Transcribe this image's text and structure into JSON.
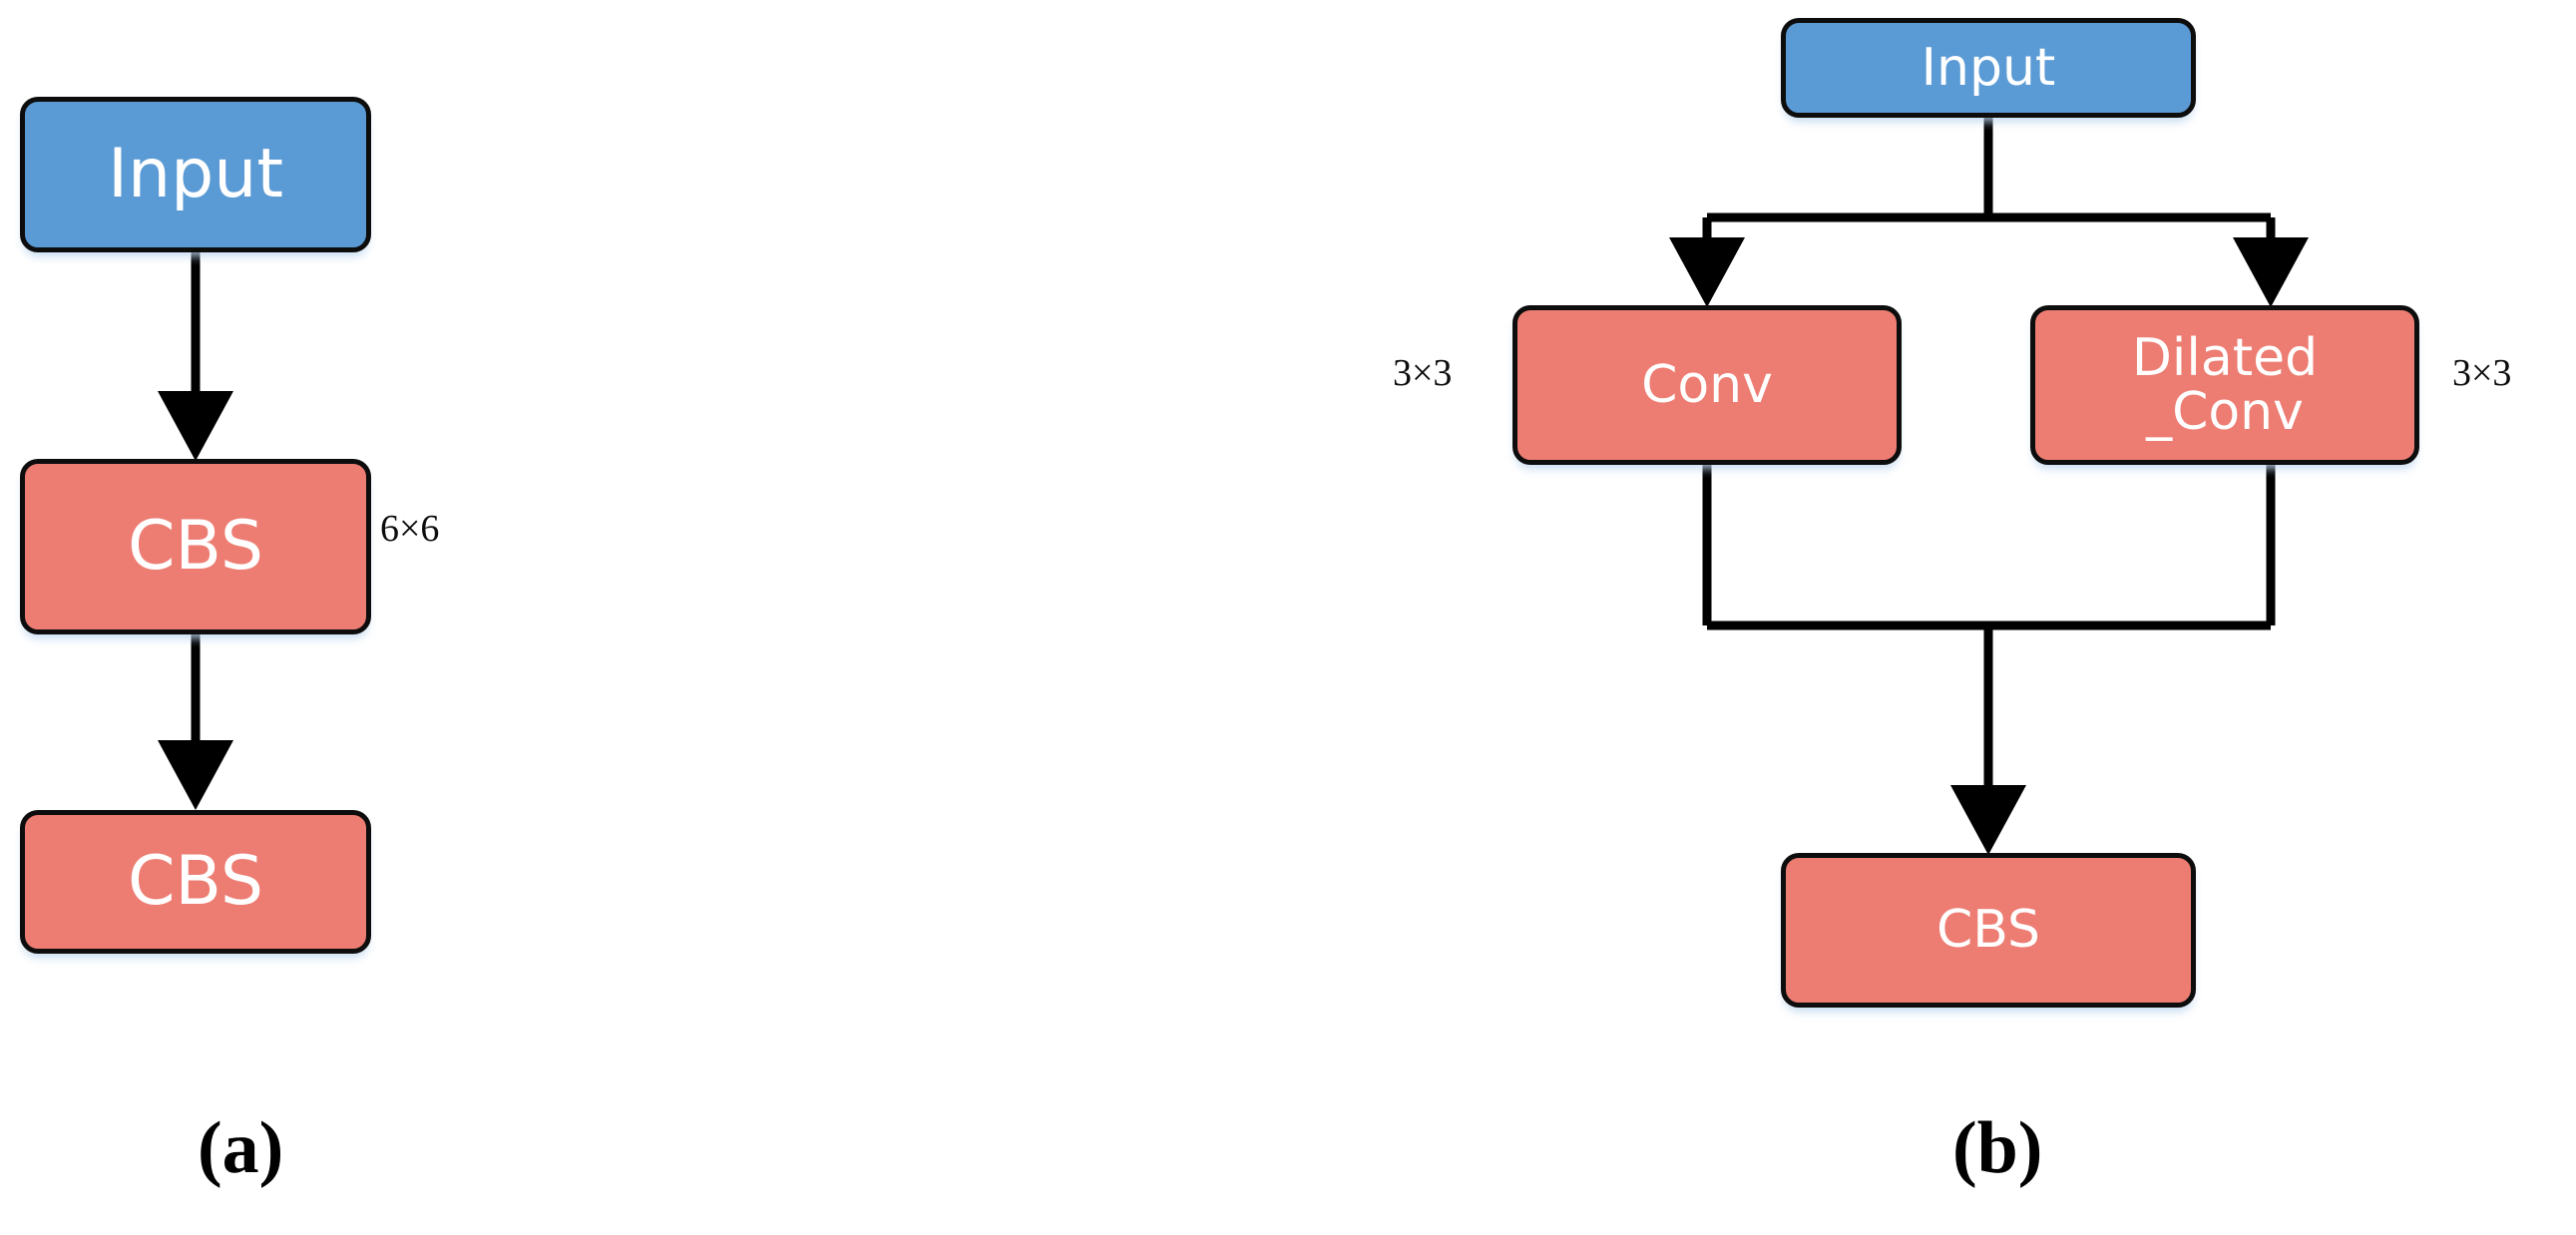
{
  "figure": {
    "background_color": "#ffffff",
    "node_blue": "#5b9bd5",
    "node_salmon": "#ed7d72",
    "edge_color": "#000000",
    "node_text_color": "#ffffff"
  },
  "panel_a": {
    "caption": "(a)",
    "nodes": [
      {
        "id": "a-input",
        "label": "Input",
        "kind": "input"
      },
      {
        "id": "a-cbs-1",
        "label": "CBS",
        "kind": "block",
        "kernel": "6×6"
      },
      {
        "id": "a-cbs-2",
        "label": "CBS",
        "kind": "block"
      }
    ],
    "annotations": [
      {
        "id": "a-kernel-1",
        "text": "6×6"
      }
    ],
    "edges": [
      {
        "from": "a-input",
        "to": "a-cbs-1",
        "arrow": true
      },
      {
        "from": "a-cbs-1",
        "to": "a-cbs-2",
        "arrow": true
      }
    ]
  },
  "panel_b": {
    "caption": "(b)",
    "nodes": [
      {
        "id": "b-input",
        "label": "Input",
        "kind": "input"
      },
      {
        "id": "b-conv",
        "label": "Conv",
        "kind": "block",
        "kernel": "3×3"
      },
      {
        "id": "b-dilated-conv",
        "label": "Dilated\n_Conv",
        "kind": "block",
        "kernel": "3×3"
      },
      {
        "id": "b-cbs",
        "label": "CBS",
        "kind": "block"
      }
    ],
    "annotations": [
      {
        "id": "b-kernel-left",
        "text": "3×3"
      },
      {
        "id": "b-kernel-right",
        "text": "3×3"
      }
    ],
    "edges": [
      {
        "from": "b-input",
        "to": "b-conv",
        "arrow": true,
        "style": "split-left"
      },
      {
        "from": "b-input",
        "to": "b-dilated-conv",
        "arrow": true,
        "style": "split-right"
      },
      {
        "from": "b-conv",
        "to": "b-cbs",
        "arrow": true,
        "style": "merge-left"
      },
      {
        "from": "b-dilated-conv",
        "to": "b-cbs",
        "arrow": true,
        "style": "merge-right"
      }
    ]
  }
}
